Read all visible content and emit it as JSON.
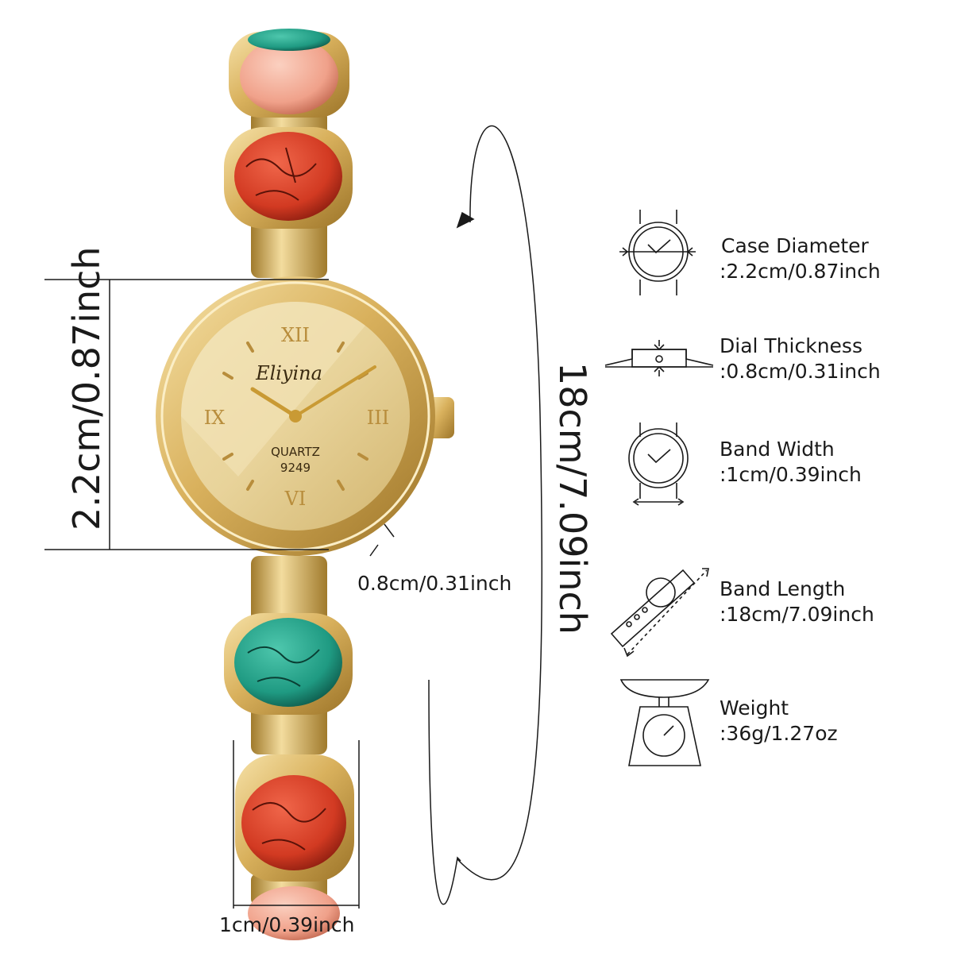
{
  "product": {
    "brand": "Eliyina",
    "movement": "QUARTZ",
    "model": "9249",
    "numerals": [
      "XII",
      "IX",
      "III",
      "VI"
    ]
  },
  "dimensions": {
    "case_diameter": "2.2cm/0.87inch",
    "thickness": "0.8cm/0.31inch",
    "band_length": "18cm/7.09inch",
    "band_width": "1cm/0.39inch"
  },
  "specs": [
    {
      "icon": "watch-case-diameter-icon",
      "title": "Case Diameter",
      "value": ":2.2cm/0.87inch"
    },
    {
      "icon": "dial-thickness-icon",
      "title": "Dial Thickness",
      "value": ":0.8cm/0.31inch"
    },
    {
      "icon": "band-width-icon",
      "title": "Band Width",
      "value": ":1cm/0.39inch"
    },
    {
      "icon": "band-length-icon",
      "title": "Band Length",
      "value": ":18cm/7.09inch"
    },
    {
      "icon": "weight-scale-icon",
      "title": "Weight",
      "value": ":36g/1.27oz"
    }
  ],
  "colors": {
    "gold": "#d9b15d",
    "gold_dark": "#a07a2c",
    "dial": "#e8d39a",
    "red_stone": "#d23a22",
    "green_stone": "#1f9a82",
    "pink_stone": "#f0a18a",
    "line": "#1a1a1a"
  }
}
